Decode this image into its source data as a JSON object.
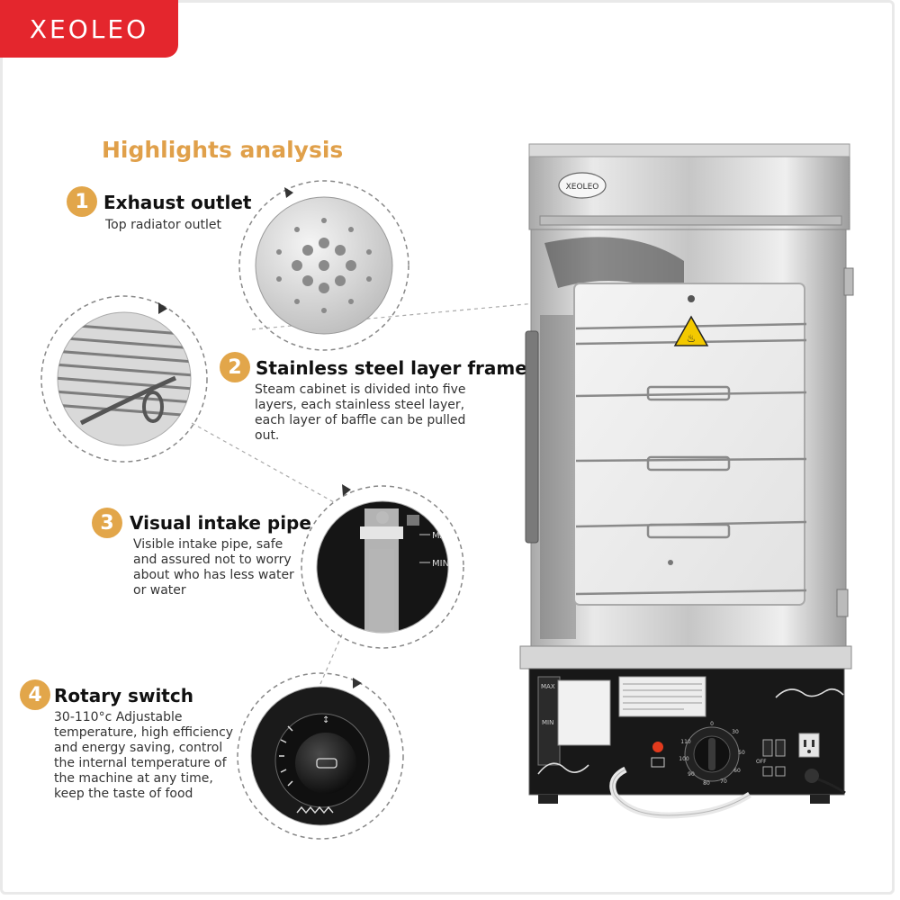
{
  "brand": {
    "logo_text": "XEOLEO",
    "color": "#e4262d"
  },
  "section_heading": "Highlights analysis",
  "accent_color": "#e2a64a",
  "features": [
    {
      "number": "1",
      "title": "Exhaust outlet",
      "description": "Top radiator outlet"
    },
    {
      "number": "2",
      "title": "Stainless steel layer frame",
      "description": "Steam cabinet is divided into five\nlayers, each stainless steel layer,\neach layer of baffle can be pulled\nout."
    },
    {
      "number": "3",
      "title": "Visual intake pipe",
      "description": "Visible intake pipe, safe\nand assured not to worry\nabout who has less water\n or water"
    },
    {
      "number": "4",
      "title": "Rotary switch",
      "description": "30-110°c Adjustable\ntemperature, high efficiency\nand energy saving, control\nthe internal temperature of\nthe machine at any time,\nkeep the taste of food"
    }
  ],
  "product": {
    "lid_logo": "XEOLEO",
    "water_max": "MAX",
    "water_min": "MIN",
    "dial_marks": [
      "0",
      "30",
      "50",
      "60",
      "70",
      "80",
      "90",
      "100",
      "110"
    ],
    "switch_label": "OFF"
  },
  "detail_pipe": {
    "max": "MA",
    "min": "MIN"
  }
}
